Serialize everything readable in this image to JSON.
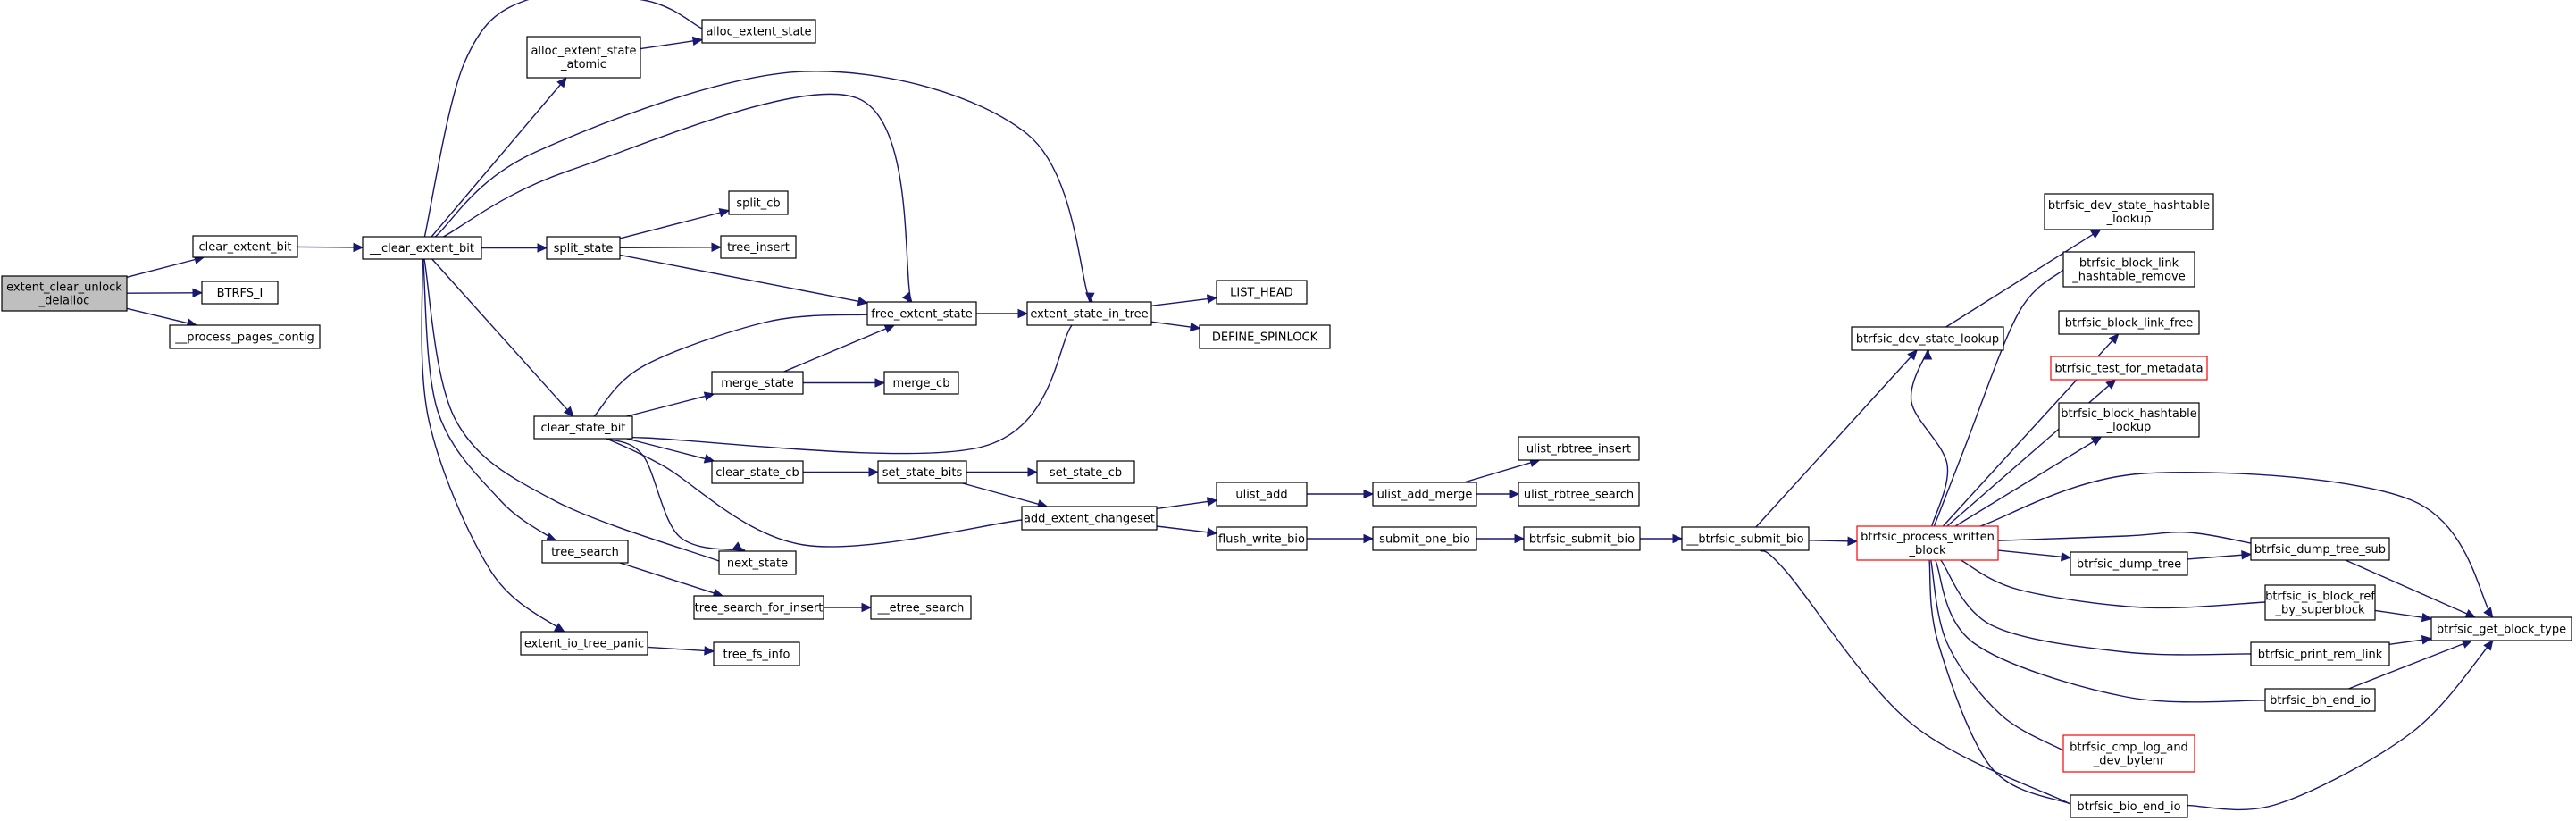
{
  "colors": {
    "edge": "#191970",
    "node_border": "#000000",
    "node_fill": "#ffffff",
    "root_fill": "#bfbfbf",
    "truncated_border": "#ff0000"
  },
  "nodes": [
    {
      "id": "extent_clear_unlock_delalloc",
      "lines": [
        "extent_clear_unlock",
        "_delalloc"
      ],
      "style": "root"
    },
    {
      "id": "clear_extent_bit",
      "lines": [
        "clear_extent_bit"
      ]
    },
    {
      "id": "BTRFS_I",
      "lines": [
        "BTRFS_I"
      ]
    },
    {
      "id": "__process_pages_contig",
      "lines": [
        "__process_pages_contig"
      ]
    },
    {
      "id": "__clear_extent_bit",
      "lines": [
        "__clear_extent_bit"
      ]
    },
    {
      "id": "alloc_extent_state_atomic",
      "lines": [
        "alloc_extent_state",
        "_atomic"
      ]
    },
    {
      "id": "alloc_extent_state",
      "lines": [
        "alloc_extent_state"
      ]
    },
    {
      "id": "split_state",
      "lines": [
        "split_state"
      ]
    },
    {
      "id": "split_cb",
      "lines": [
        "split_cb"
      ]
    },
    {
      "id": "tree_insert",
      "lines": [
        "tree_insert"
      ]
    },
    {
      "id": "free_extent_state",
      "lines": [
        "free_extent_state"
      ]
    },
    {
      "id": "extent_state_in_tree",
      "lines": [
        "extent_state_in_tree"
      ]
    },
    {
      "id": "LIST_HEAD",
      "lines": [
        "LIST_HEAD"
      ]
    },
    {
      "id": "DEFINE_SPINLOCK",
      "lines": [
        "DEFINE_SPINLOCK"
      ]
    },
    {
      "id": "merge_state",
      "lines": [
        "merge_state"
      ]
    },
    {
      "id": "merge_cb",
      "lines": [
        "merge_cb"
      ]
    },
    {
      "id": "clear_state_bit",
      "lines": [
        "clear_state_bit"
      ]
    },
    {
      "id": "clear_state_cb",
      "lines": [
        "clear_state_cb"
      ]
    },
    {
      "id": "set_state_bits",
      "lines": [
        "set_state_bits"
      ]
    },
    {
      "id": "set_state_cb",
      "lines": [
        "set_state_cb"
      ]
    },
    {
      "id": "add_extent_changeset",
      "lines": [
        "add_extent_changeset"
      ]
    },
    {
      "id": "ulist_add",
      "lines": [
        "ulist_add"
      ]
    },
    {
      "id": "ulist_add_merge",
      "lines": [
        "ulist_add_merge"
      ]
    },
    {
      "id": "ulist_rbtree_insert",
      "lines": [
        "ulist_rbtree_insert"
      ]
    },
    {
      "id": "ulist_rbtree_search",
      "lines": [
        "ulist_rbtree_search"
      ]
    },
    {
      "id": "flush_write_bio",
      "lines": [
        "flush_write_bio"
      ]
    },
    {
      "id": "submit_one_bio",
      "lines": [
        "submit_one_bio"
      ]
    },
    {
      "id": "btrfsic_submit_bio",
      "lines": [
        "btrfsic_submit_bio"
      ]
    },
    {
      "id": "__btrfsic_submit_bio",
      "lines": [
        "__btrfsic_submit_bio"
      ]
    },
    {
      "id": "next_state",
      "lines": [
        "next_state"
      ]
    },
    {
      "id": "tree_search",
      "lines": [
        "tree_search"
      ]
    },
    {
      "id": "tree_search_for_insert",
      "lines": [
        "tree_search_for_insert"
      ]
    },
    {
      "id": "__etree_search",
      "lines": [
        "__etree_search"
      ]
    },
    {
      "id": "extent_io_tree_panic",
      "lines": [
        "extent_io_tree_panic"
      ]
    },
    {
      "id": "tree_fs_info",
      "lines": [
        "tree_fs_info"
      ]
    },
    {
      "id": "btrfsic_dev_state_lookup",
      "lines": [
        "btrfsic_dev_state_lookup"
      ]
    },
    {
      "id": "btrfsic_process_written_block",
      "lines": [
        "btrfsic_process_written",
        "_block"
      ],
      "style": "truncated"
    },
    {
      "id": "btrfsic_dev_state_hashtable_lookup",
      "lines": [
        "btrfsic_dev_state_hashtable",
        "_lookup"
      ]
    },
    {
      "id": "btrfsic_block_link_hashtable_remove",
      "lines": [
        "btrfsic_block_link",
        "_hashtable_remove"
      ]
    },
    {
      "id": "btrfsic_block_link_free",
      "lines": [
        "btrfsic_block_link_free"
      ]
    },
    {
      "id": "btrfsic_test_for_metadata",
      "lines": [
        "btrfsic_test_for_metadata"
      ],
      "style": "truncated"
    },
    {
      "id": "btrfsic_block_hashtable_lookup",
      "lines": [
        "btrfsic_block_hashtable",
        "_lookup"
      ]
    },
    {
      "id": "btrfsic_dump_tree",
      "lines": [
        "btrfsic_dump_tree"
      ]
    },
    {
      "id": "btrfsic_dump_tree_sub",
      "lines": [
        "btrfsic_dump_tree_sub"
      ]
    },
    {
      "id": "btrfsic_is_block_ref_by_superblock",
      "lines": [
        "btrfsic_is_block_ref",
        "_by_superblock"
      ]
    },
    {
      "id": "btrfsic_print_rem_link",
      "lines": [
        "btrfsic_print_rem_link"
      ]
    },
    {
      "id": "btrfsic_bh_end_io",
      "lines": [
        "btrfsic_bh_end_io"
      ]
    },
    {
      "id": "btrfsic_cmp_log_and_dev_bytenr",
      "lines": [
        "btrfsic_cmp_log_and",
        "_dev_bytenr"
      ],
      "style": "truncated"
    },
    {
      "id": "btrfsic_bio_end_io",
      "lines": [
        "btrfsic_bio_end_io"
      ]
    },
    {
      "id": "btrfsic_get_block_type",
      "lines": [
        "btrfsic_get_block_type"
      ]
    }
  ],
  "edges": [
    [
      "extent_clear_unlock_delalloc",
      "clear_extent_bit"
    ],
    [
      "extent_clear_unlock_delalloc",
      "BTRFS_I"
    ],
    [
      "extent_clear_unlock_delalloc",
      "__process_pages_contig"
    ],
    [
      "clear_extent_bit",
      "__clear_extent_bit"
    ],
    [
      "__clear_extent_bit",
      "alloc_extent_state_atomic"
    ],
    [
      "__clear_extent_bit",
      "alloc_extent_state"
    ],
    [
      "__clear_extent_bit",
      "split_state"
    ],
    [
      "__clear_extent_bit",
      "free_extent_state"
    ],
    [
      "__clear_extent_bit",
      "extent_state_in_tree"
    ],
    [
      "__clear_extent_bit",
      "clear_state_bit"
    ],
    [
      "__clear_extent_bit",
      "next_state"
    ],
    [
      "__clear_extent_bit",
      "tree_search"
    ],
    [
      "__clear_extent_bit",
      "extent_io_tree_panic"
    ],
    [
      "alloc_extent_state_atomic",
      "alloc_extent_state"
    ],
    [
      "split_state",
      "split_cb"
    ],
    [
      "split_state",
      "tree_insert"
    ],
    [
      "split_state",
      "free_extent_state"
    ],
    [
      "free_extent_state",
      "extent_state_in_tree"
    ],
    [
      "extent_state_in_tree",
      "LIST_HEAD"
    ],
    [
      "extent_state_in_tree",
      "DEFINE_SPINLOCK"
    ],
    [
      "clear_state_bit",
      "merge_state"
    ],
    [
      "clear_state_bit",
      "free_extent_state"
    ],
    [
      "clear_state_bit",
      "extent_state_in_tree"
    ],
    [
      "clear_state_bit",
      "clear_state_cb"
    ],
    [
      "clear_state_bit",
      "add_extent_changeset"
    ],
    [
      "clear_state_bit",
      "next_state"
    ],
    [
      "merge_state",
      "free_extent_state"
    ],
    [
      "merge_state",
      "merge_cb"
    ],
    [
      "clear_state_cb",
      "set_state_bits"
    ],
    [
      "set_state_bits",
      "set_state_cb"
    ],
    [
      "set_state_bits",
      "add_extent_changeset"
    ],
    [
      "add_extent_changeset",
      "ulist_add"
    ],
    [
      "add_extent_changeset",
      "flush_write_bio"
    ],
    [
      "ulist_add",
      "ulist_add_merge"
    ],
    [
      "ulist_add_merge",
      "ulist_rbtree_insert"
    ],
    [
      "ulist_add_merge",
      "ulist_rbtree_search"
    ],
    [
      "flush_write_bio",
      "submit_one_bio"
    ],
    [
      "submit_one_bio",
      "btrfsic_submit_bio"
    ],
    [
      "btrfsic_submit_bio",
      "__btrfsic_submit_bio"
    ],
    [
      "__btrfsic_submit_bio",
      "btrfsic_dev_state_lookup"
    ],
    [
      "__btrfsic_submit_bio",
      "btrfsic_process_written_block"
    ],
    [
      "__btrfsic_submit_bio",
      "btrfsic_bio_end_io"
    ],
    [
      "tree_search",
      "tree_search_for_insert"
    ],
    [
      "tree_search_for_insert",
      "__etree_search"
    ],
    [
      "extent_io_tree_panic",
      "tree_fs_info"
    ],
    [
      "btrfsic_dev_state_lookup",
      "btrfsic_dev_state_hashtable_lookup"
    ],
    [
      "btrfsic_process_written_block",
      "btrfsic_dev_state_lookup"
    ],
    [
      "btrfsic_process_written_block",
      "btrfsic_block_link_hashtable_remove"
    ],
    [
      "btrfsic_process_written_block",
      "btrfsic_block_link_free"
    ],
    [
      "btrfsic_process_written_block",
      "btrfsic_test_for_metadata"
    ],
    [
      "btrfsic_process_written_block",
      "btrfsic_block_hashtable_lookup"
    ],
    [
      "btrfsic_process_written_block",
      "btrfsic_dump_tree"
    ],
    [
      "btrfsic_process_written_block",
      "btrfsic_dump_tree_sub"
    ],
    [
      "btrfsic_process_written_block",
      "btrfsic_is_block_ref_by_superblock"
    ],
    [
      "btrfsic_process_written_block",
      "btrfsic_print_rem_link"
    ],
    [
      "btrfsic_process_written_block",
      "btrfsic_bh_end_io"
    ],
    [
      "btrfsic_process_written_block",
      "btrfsic_cmp_log_and_dev_bytenr"
    ],
    [
      "btrfsic_process_written_block",
      "btrfsic_bio_end_io"
    ],
    [
      "btrfsic_process_written_block",
      "btrfsic_get_block_type"
    ],
    [
      "btrfsic_dump_tree",
      "btrfsic_dump_tree_sub"
    ],
    [
      "btrfsic_dump_tree_sub",
      "btrfsic_get_block_type"
    ],
    [
      "btrfsic_is_block_ref_by_superblock",
      "btrfsic_get_block_type"
    ],
    [
      "btrfsic_print_rem_link",
      "btrfsic_get_block_type"
    ],
    [
      "btrfsic_bh_end_io",
      "btrfsic_get_block_type"
    ],
    [
      "btrfsic_bio_end_io",
      "btrfsic_get_block_type"
    ]
  ]
}
